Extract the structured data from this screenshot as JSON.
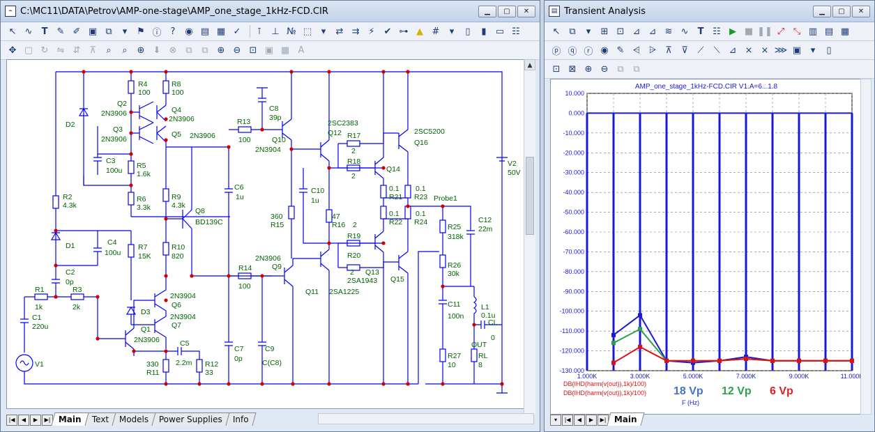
{
  "schematic_window": {
    "title": "C:\\MC11\\DATA\\Petrov\\AMP-one-stage\\AMP_one_stage_1kHz-FCD.CIR",
    "tabs": [
      "Main",
      "Text",
      "Models",
      "Power Supplies",
      "Info"
    ],
    "labels": {
      "D2": "D2",
      "R4": "R4",
      "R4v": "100",
      "R8": "R8",
      "R8v": "100",
      "Q2": "Q2",
      "Q2m": "2N3906",
      "Q4": "Q4",
      "Q4m": "2N3906",
      "Q3": "Q3",
      "Q3m": "2N3906",
      "Q5": "Q5",
      "Q5m": "2N3906",
      "C3": "C3",
      "C3v": "100u",
      "R5": "R5",
      "R5v": "1.6k",
      "R6": "R6",
      "R6v": "3.3k",
      "R2": "R2",
      "R2v": "4.3k",
      "R9": "R9",
      "R9v": "4.3k",
      "Q8": "Q8",
      "Q8m": "BD139C",
      "D1": "D1",
      "C4": "C4",
      "C4v": "100u",
      "R7": "R7",
      "R7v": "15K",
      "R10": "R10",
      "R10v": "820",
      "C2": "C2",
      "C2v": "0p",
      "R1": "R1",
      "R1v": "1k",
      "R3": "R3",
      "R3v": "2k",
      "C1": "C1",
      "C1v": "220u",
      "V1": "V1",
      "D3": "D3",
      "Q6": "Q6",
      "Q6m": "2N3904",
      "Q7": "Q7",
      "Q7m": "2N3904",
      "Q1": "Q1",
      "Q1m": "2N3906",
      "C5": "C5",
      "C5v": "2.2m",
      "R11": "R11",
      "R11v": "330",
      "R12": "R12",
      "R12v": "33",
      "C8": "C8",
      "C8v": "39p",
      "R13": "R13",
      "R13v": "100",
      "C6": "C6",
      "C6v": "1u",
      "R14": "R14",
      "R14v": "100",
      "C7": "C7",
      "C7v": "0p",
      "Q10": "Q10",
      "Q10m": "2N3904",
      "Q9": "Q9",
      "Q9m": "2N3906",
      "Q11": "Q11",
      "C9": "C9",
      "C9v": "C(C8)",
      "Q12": "Q12",
      "Q12m": "2SC2383",
      "R17": "R17",
      "R17v": "2",
      "R18": "R18",
      "R18v": "2",
      "C10": "C10",
      "C10v": "1u",
      "R15": "R15",
      "R15v": "360",
      "R16": "R16",
      "R16v": "47",
      "R19": "R19",
      "R19v": "2",
      "R20": "R20",
      "R20v": "2",
      "Q13": "Q13",
      "Q13m": "2SA1943",
      "Q11m": "2SA1225",
      "Q14": "Q14",
      "Q15": "Q15",
      "Q16": "Q16",
      "Q16m": "2SC5200",
      "R21": "R21",
      "R21v": "0.1",
      "R22": "R22",
      "R22v": "0.1",
      "R23": "R23",
      "R23v": "0.1",
      "R24": "R24",
      "R24v": "0.1",
      "Probe1": "Probe1",
      "C12": "C12",
      "C12v": "22m",
      "R25": "R25",
      "R25v": "318k",
      "R26": "R26",
      "R26v": "30k",
      "C11": "C11",
      "C11v": "100n",
      "L1": "L1",
      "L1v": "0.1u",
      "CL": "CL",
      "CLv": "0",
      "OUT": "OUT",
      "R27": "R27",
      "R27v": "10",
      "RL": "RL",
      "RLv": "8",
      "V2": "V2",
      "V2v": "50V",
      "R16lab": "R16",
      "num2a": "2"
    }
  },
  "analysis_window": {
    "title": "Transient Analysis",
    "tabs": [
      "Main"
    ],
    "legend": [
      {
        "text": "DB(IHD(harm(v(out)),1k)/100)",
        "color": "#e01010"
      },
      {
        "text": "DB(IHD(harm(v(out)),1k)/100)",
        "color": "#e01010"
      }
    ],
    "annotations": [
      {
        "text": "18 Vp",
        "color": "#4472c4"
      },
      {
        "text": "12 Vp",
        "color": "#2ea04a"
      },
      {
        "text": "6 Vp",
        "color": "#e02020"
      }
    ]
  },
  "chart_data": {
    "type": "line",
    "title": "AMP_one_stage_1kHz-FCD.CIR V1.A=6...1.8",
    "xlabel": "F (Hz)",
    "ylabel": "",
    "xlim": [
      1000,
      11000
    ],
    "ylim": [
      -130,
      10
    ],
    "x_ticks": [
      "1.000K",
      "3.000K",
      "5.000K",
      "7.000K",
      "9.000K",
      "11.000K"
    ],
    "y_ticks": [
      "10.000",
      "0.000",
      "-10.000",
      "-20.000",
      "-30.000",
      "-40.000",
      "-50.000",
      "-60.000",
      "-70.000",
      "-80.000",
      "-90.000",
      "-100.000",
      "-110.000",
      "-120.000",
      "-130.000"
    ],
    "x": [
      2000,
      3000,
      4000,
      5000,
      6000,
      7000,
      8000,
      9000,
      10000,
      11000
    ],
    "harmonic_spikes": {
      "x": [
        1000,
        2000,
        3000,
        4000,
        5000,
        6000,
        7000,
        8000,
        9000,
        10000,
        11000
      ],
      "top": 0.0
    },
    "series": [
      {
        "name": "18 Vp",
        "color": "#1a1ad6",
        "values": [
          -112,
          -102,
          -125,
          -126,
          -125,
          -123,
          -125,
          -125,
          -125,
          -125
        ]
      },
      {
        "name": "12 Vp",
        "color": "#2ea04a",
        "values": [
          -116,
          -109,
          -125,
          -125,
          -125,
          -124,
          -125,
          -125,
          -125,
          -125
        ]
      },
      {
        "name": "6 Vp",
        "color": "#e01010",
        "values": [
          -126,
          -118,
          -125,
          -125,
          -125,
          -124,
          -125,
          -125,
          -125,
          -125
        ]
      }
    ]
  }
}
